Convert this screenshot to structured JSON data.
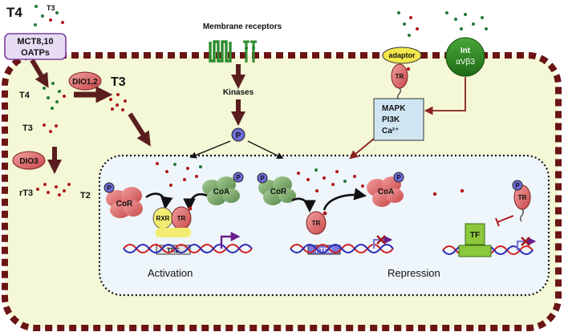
{
  "labels": {
    "t4_outside": "T4",
    "t3_outside": "T3",
    "transporter_line1": "MCT8,10",
    "transporter_line2": "OATPs",
    "membrane_receptors": "Membrane receptors",
    "kinases": "Kinases",
    "p": "P",
    "adaptor": "adaptor",
    "int_line1": "Int",
    "int_line2": "αVβ3",
    "tr": "TR",
    "t4_inside": "T4",
    "dio12": "DIO1,2",
    "t3_big": "T3",
    "t3_inside": "T3",
    "dio3": "DIO3",
    "rt3": "rT3",
    "t2": "T2",
    "mapk": "MAPK",
    "pi3k": "PI3K",
    "ca": "Ca²⁺",
    "cor": "CoR",
    "coa": "CoA",
    "rxr": "RXR",
    "tre": "TRE",
    "ntre": "nTRE",
    "tf": "TF",
    "activation": "Activation",
    "repression": "Repression"
  },
  "colors": {
    "cell_fill": "#f4f8d6",
    "cell_border": "#6b1414",
    "arrow": "#5a1e1e",
    "transporter_fill": "#e8dcf5",
    "transporter_border": "#7a3fa0",
    "receptor_green": "#2e8b2e",
    "integrin_green": "#2e7d1f",
    "adaptor_yellow": "#f2e84a",
    "tr_red": "#e07070",
    "cor_red": "#e06060",
    "coa_red": "#e06060",
    "coa_green": "#7aa86a",
    "dio_red": "#e06a6a",
    "kinase_box": "#cfe6f2",
    "nucleus_fill": "#eef6fb",
    "rxr_yellow": "#f2ec72",
    "tf_green": "#8cc83c",
    "promoter_purple": "#6a1e8a",
    "dna_red": "#d21e1e",
    "dna_blue": "#2828b4",
    "p_blue": "#6c6cd8",
    "dot_red": "#b01818",
    "dot_green": "#207a3a"
  },
  "icons": {
    "receptor": "serpentine-receptor-icon",
    "kinase_receptor": "tyrosine-kinase-receptor-icon",
    "promoter": "bent-arrow-promoter-icon",
    "block": "cross-mark-icon",
    "inhibit": "t-bar-inhibition-icon"
  }
}
